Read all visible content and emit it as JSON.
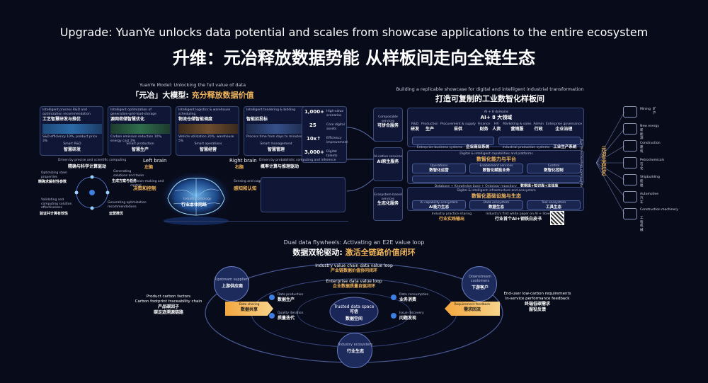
{
  "header": {
    "title_en": "Upgrade: YuanYe unlocks data potential and scales from showcase applications to the entire ecosystem",
    "title_zh": "升维：元冶释放数据势能 从样板间走向全链生态"
  },
  "left_panel": {
    "title_en": "YuanYe Model: Unlocking the full value of data",
    "title_zh_prefix": "「元冶」大模型: ",
    "title_zh_highlight": "充分释放数据价值",
    "cards": [
      {
        "en": "Intelligent process R&D and optimization recommendation",
        "zh": "工艺智慧研发与推优",
        "note": "S&D efficiency 10%, product price 3%",
        "bottom_en": "Smart R&D",
        "bottom_zh": "智慧研发"
      },
      {
        "en": "Intelligent optimization of generation-grid-load-storage",
        "zh": "源网荷储智慧优化",
        "note": "Carbon emission reduction 10%, energy cost 3%",
        "bottom_en": "Smart production",
        "bottom_zh": "智慧生产"
      },
      {
        "en": "Intelligent logistics & warehouse scheduling",
        "zh": "物流仓储智能调度",
        "note": "Vehicle utilization 20%, warehouse 5%",
        "bottom_en": "Smart operations",
        "bottom_zh": "智慧经营"
      },
      {
        "en": "Intelligent tendering & bidding",
        "zh": "智能招投标",
        "note": "Process time from days to minutes",
        "bottom_en": "Smart management",
        "bottom_zh": "智慧管理"
      }
    ],
    "stats": [
      {
        "value": "1,000+",
        "label": "High-value scenarios"
      },
      {
        "value": "25",
        "label": "Core digital assets"
      },
      {
        "value": "10x↑",
        "label": "Efficiency improvement"
      },
      {
        "value": "3,000+",
        "label": "Digital talents"
      }
    ],
    "left_brain": {
      "en": "Left brain",
      "zh": "左脑",
      "desc_en": "Driven by precise and scientific computing",
      "desc_zh": "精确与科学计算驱动"
    },
    "right_brain": {
      "en": "Right brain",
      "zh": "右脑",
      "desc_en": "Driven by probabilistic computing and inference",
      "desc_zh": "概率计算与推理驱动"
    },
    "left_labels": [
      {
        "en": "Optimizing steel properties",
        "zh": "精确求解材性参数"
      },
      {
        "en": "Generating solutions and tasks",
        "zh": "生成方案与任务"
      },
      {
        "en": "Validating and computing solution effectiveness",
        "zh": "验证并计算有效性"
      },
      {
        "en": "Generating optimization recommendations",
        "zh": "运营推优"
      }
    ],
    "center_labels": [
      {
        "en": "Decision-making and control",
        "zh": "决策和控制"
      },
      {
        "en": "Industry ontology",
        "zh": "行业本体网络"
      }
    ],
    "right_labels": [
      {
        "en": "Sensing and cognition",
        "zh": "感知和认知"
      }
    ]
  },
  "right_panel": {
    "title_en": "Building a replicable showcase for digital and intelligent industrial transformation",
    "title_zh": "打造可复制的工业数智化样板间",
    "side_labels": [
      {
        "en": "Composable services",
        "zh": "可拼合服务"
      },
      {
        "en": "AI-native services",
        "zh": "AI原生服务"
      },
      {
        "en": "Ecosystem-based services",
        "zh": "生态化服务"
      }
    ],
    "ai8": {
      "en": "AI + 8 domains",
      "zh": "AI+ 8 大领域"
    },
    "domains": [
      {
        "en": "R&D",
        "zh": "研发"
      },
      {
        "en": "Production",
        "zh": "生产"
      },
      {
        "en": "Procurement & supply",
        "zh": "采供"
      },
      {
        "en": "Finance",
        "zh": "财务"
      },
      {
        "en": "HR",
        "zh": "人资"
      },
      {
        "en": "Marketing & sales",
        "zh": "营销服"
      },
      {
        "en": "Admin",
        "zh": "行政"
      },
      {
        "en": "Enterprise governance",
        "zh": "企业治理"
      }
    ],
    "systems": [
      {
        "en": "Enterprise business systems",
        "zh": "企业商业系统"
      },
      {
        "en": "Industrial production systems",
        "zh": "工业生产系统"
      }
    ],
    "platform": {
      "en": "Digital & intelligent capabilities and platforms",
      "zh": "数智化能力与平台"
    },
    "platform_items": [
      {
        "en": "Operations",
        "zh": "数智化运营"
      },
      {
        "en": "Enablement services",
        "zh": "数智化赋能业务"
      },
      {
        "en": "Control",
        "zh": "数智化控制"
      }
    ],
    "database": {
      "en": "Database + Knowledge base + Ontology repository",
      "zh": "数据库+知识库+本体库"
    },
    "infra": {
      "en": "Digital & intelligent infrastructure and ecosystem",
      "zh": "数智化基础设施与生态"
    },
    "infra_items": [
      {
        "en": "AI capability ecosystem",
        "zh": "AI能力生态"
      },
      {
        "en": "Data ecosystem",
        "zh": "数据生态"
      },
      {
        "en": "Tool ecosystem",
        "zh": "工具生态"
      }
    ],
    "bottom": [
      {
        "en": "Industry practice sharing",
        "zh": "行业实践输出"
      },
      {
        "en": "Industry's first white paper on AI + Steel",
        "zh": "行业首个AI+钢铁白皮书"
      }
    ],
    "community": {
      "en": "YuanYe ecosystem community",
      "zh": "元冶生态社区"
    },
    "industries": [
      {
        "en": "Mining",
        "zh": "矿产"
      },
      {
        "en": "New energy",
        "zh": "新能源"
      },
      {
        "en": "Construction",
        "zh": "建筑"
      },
      {
        "en": "Petrochemicals",
        "zh": "石化"
      },
      {
        "en": "Shipbuilding",
        "zh": "船舶"
      },
      {
        "en": "Automotive",
        "zh": "汽车"
      },
      {
        "en": "Construction machinery",
        "zh": "工程机械"
      }
    ]
  },
  "flywheel": {
    "title_en": "Dual data flywheels: Activating an E2E value loop",
    "title_zh_prefix": "数据双轮驱动: ",
    "title_zh_highlight": "激活全链路价值闭环",
    "outer_loop": {
      "en": "Industry value chain data value loop",
      "zh": "产业链数据价值协同闭环"
    },
    "inner_loop": {
      "en": "Enterprise data value loop",
      "zh": "企业数据质量自驱闭环"
    },
    "upstream": {
      "en": "Upstream suppliers",
      "zh": "上游供应商"
    },
    "downstream": {
      "en": "Downstream customers",
      "zh": "下游客户"
    },
    "ecosystem": {
      "en": "Industry ecosystem",
      "zh": "行业生态"
    },
    "data_sharing": {
      "en": "Data sharing",
      "zh": "数据共享"
    },
    "requirement_feedback": {
      "en": "Requirement feedback",
      "zh": "需求回流"
    },
    "data_production": {
      "en": "Data production",
      "zh": "数据生产"
    },
    "quality_iteration": {
      "en": "Quality iteration",
      "zh": "质量迭代"
    },
    "data_consumption": {
      "en": "Data consumption",
      "zh": "业务消费"
    },
    "issue_discovery": {
      "en": "Issue discovery",
      "zh": "问题发现"
    },
    "trusted": {
      "en": "Trusted data space",
      "zh": "可信",
      "zh2": "数据空间"
    },
    "left_note": {
      "en1": "Product carbon factors",
      "en2": "Carbon footprint traceability chain",
      "zh1": "产品碳因子",
      "zh2": "碳足迹溯源链路"
    },
    "right_note": {
      "en1": "End-user low-carbon requirements",
      "en2": "In-service performance feedback",
      "zh1": "终端低碳需求",
      "zh2": "服役反馈"
    }
  }
}
